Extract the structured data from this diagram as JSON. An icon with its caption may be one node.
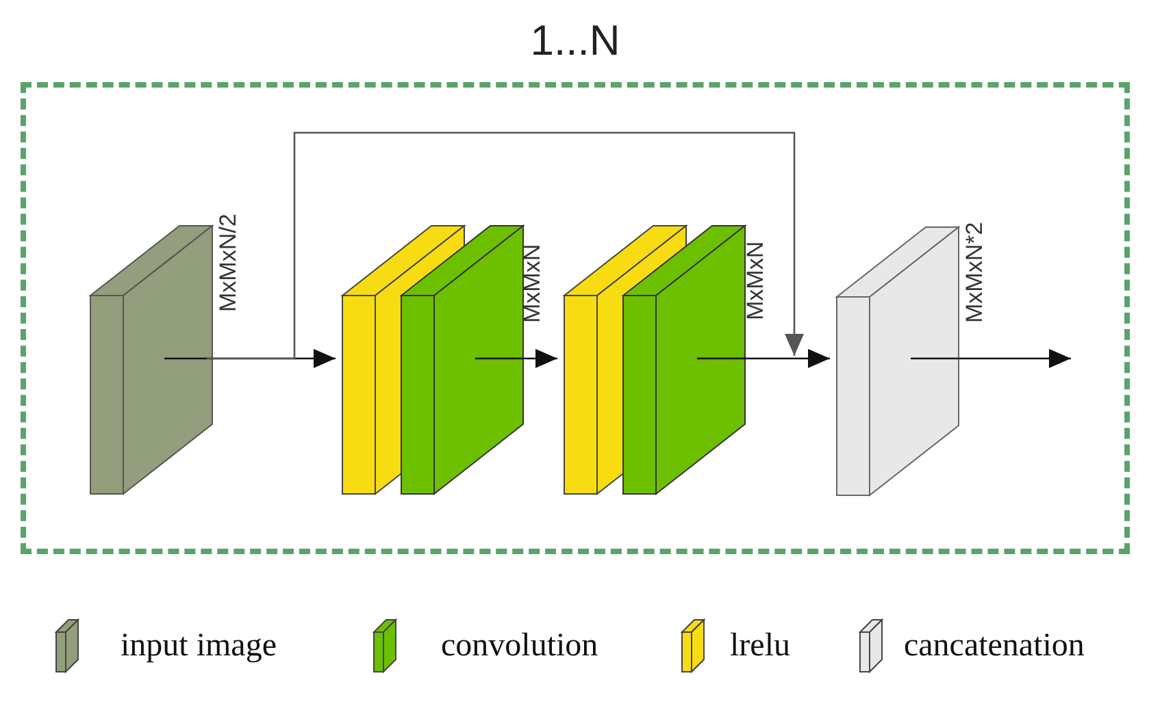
{
  "diagram": {
    "nodes": [
      {
        "text": [
          "1...N"
        ]
      },
      {
        "text": [],
        "shape": "box",
        "in": 0,
        "beside": [
          "MxMxN/2"
        ]
      },
      {
        "text": [],
        "shape": "box",
        "in": 0
      },
      {
        "text": [],
        "shape": "box",
        "in": 0,
        "beside": [
          "MxMxN"
        ]
      },
      {
        "text": [],
        "shape": "box",
        "in": 0
      },
      {
        "text": [],
        "shape": "box",
        "in": 0,
        "beside": [
          "MxMxN"
        ]
      },
      {
        "text": [],
        "shape": "box",
        "in": 0,
        "beside": [
          "MxMxN*2"
        ]
      }
    ],
    "edges": [
      {
        "from": 1,
        "to": 2,
        "arrow": "to"
      },
      {
        "from": 1,
        "to": 6,
        "arrow": "to",
        "color": "#555555"
      },
      {
        "from": 3,
        "to": 4,
        "arrow": "to"
      },
      {
        "from": 5,
        "to": 6,
        "arrow": "to"
      },
      {
        "from": 6,
        "to": null,
        "arrow": "to"
      }
    ],
    "legend": [
      {
        "text": "input image",
        "color": "#939e7c"
      },
      {
        "text": "convolution",
        "color": "#6cc000"
      },
      {
        "text": "lrelu",
        "color": "#f8dc12"
      },
      {
        "text": "cancatenation",
        "color": "#e8e8e8"
      }
    ]
  }
}
